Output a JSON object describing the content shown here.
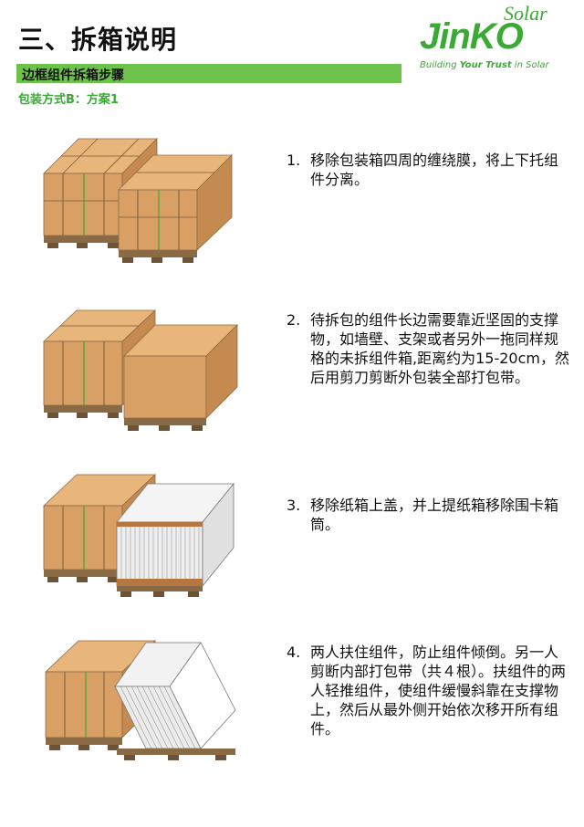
{
  "header": {
    "title": "三、拆箱说明",
    "logo": {
      "brand": "JinKO",
      "sub": "Solar",
      "tagline_pre": "Building ",
      "tagline_bold": "Your Trust",
      "tagline_post": " in Solar"
    }
  },
  "section": {
    "bar_label": "边框组件拆箱步骤",
    "subtitle": "包装方式B：方案1"
  },
  "steps": [
    {
      "num": "1.",
      "text": "移除包装箱四周的缠绕膜，将上下托组件分离。"
    },
    {
      "num": "2.",
      "text": "待拆包的组件长边需要靠近坚固的支撑物，如墙壁、支架或者另外一拖同样规格的未拆组件箱,距离约为15-20cm，然后用剪刀剪断外包装全部打包带。"
    },
    {
      "num": "3.",
      "text": "移除纸箱上盖，并上提纸箱移除围卡箱筒。"
    },
    {
      "num": "4.",
      "text": "两人扶住组件，防止组件倾倒。另一人剪断内部打包带（共４根）。扶组件的两人轻推组件，使组件缓慢斜靠在支撑物上，然后从最外侧开始依次移开所有组件。"
    }
  ],
  "colors": {
    "brand_green": "#3aaa35",
    "bar_green": "#6cc24a",
    "box_front": "#d9a066",
    "box_top": "#e8b57a",
    "box_side": "#c58a50",
    "pallet": "#8a6a45"
  }
}
